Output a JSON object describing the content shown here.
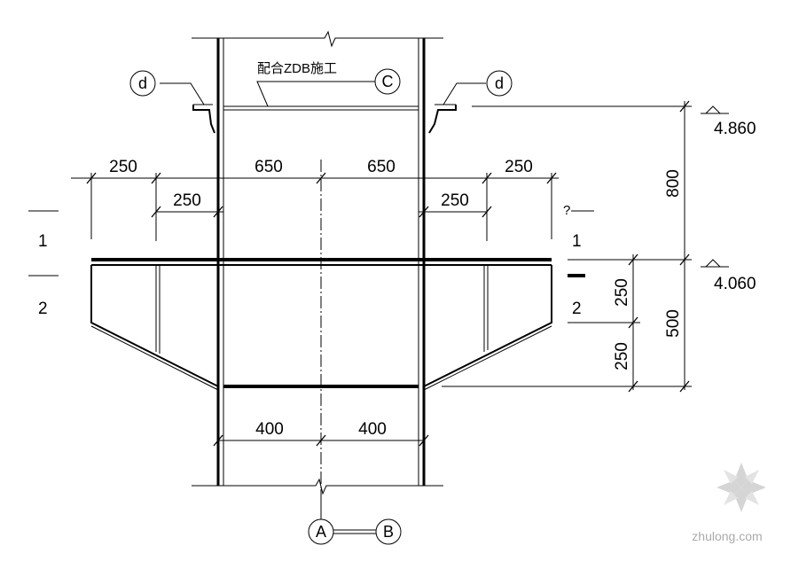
{
  "drawing": {
    "note_top": "配合ZDB施工",
    "callouts": {
      "weld_left": "d",
      "weld_right": "d",
      "top_ref": "C",
      "axis_a": "A",
      "axis_b": "B"
    },
    "dims_top_row1": [
      "250",
      "650",
      "650",
      "250"
    ],
    "dims_top_row2": [
      "250",
      "250"
    ],
    "dims_bottom": [
      "400",
      "400"
    ],
    "dims_right_inner": [
      "250",
      "250"
    ],
    "dims_right_outer": [
      "800",
      "500"
    ],
    "elevations": [
      "4.860",
      "4.060"
    ],
    "section_marks": {
      "left_1": "1",
      "left_2": "2",
      "right_1": "1",
      "right_2": "2",
      "right_unknown": "?"
    }
  },
  "watermark": {
    "text": "zhulong.com"
  }
}
